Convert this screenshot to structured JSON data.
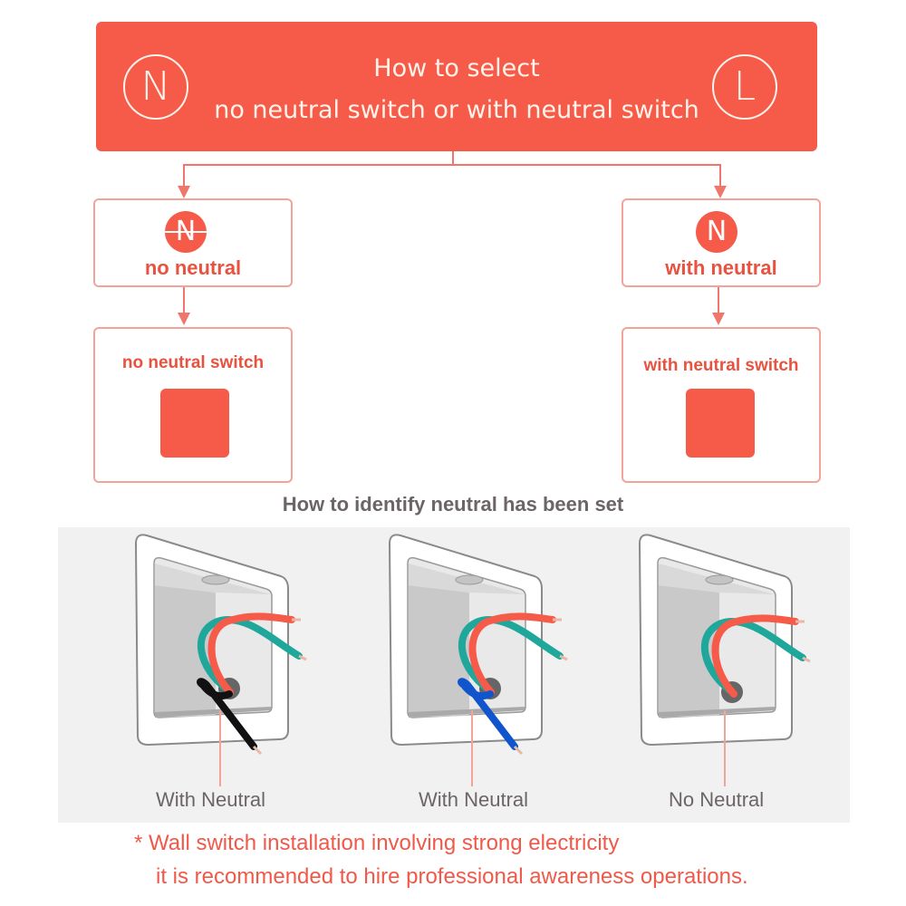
{
  "header": {
    "left_symbol": "N",
    "right_symbol": "L",
    "title_line1": "How to select",
    "title_line2": "no neutral switch or  with neutral switch",
    "color": "#f65b4a"
  },
  "branches": [
    {
      "badge_symbol": "N",
      "badge_icon": "neutral-struck-icon",
      "label": "no neutral",
      "result_label": "no neutral switch"
    },
    {
      "badge_symbol": "N",
      "badge_icon": "neutral-icon",
      "label": "with neutral",
      "result_label": "with neutral  switch"
    }
  ],
  "identify": {
    "title": "How to identify neutral has been set",
    "examples": [
      {
        "caption": "With Neutral",
        "neutral_wire_color": "#111111"
      },
      {
        "caption": "With Neutral",
        "neutral_wire_color": "#1155cc"
      },
      {
        "caption": "No Neutral",
        "neutral_wire_color": null
      }
    ],
    "wire_colors": {
      "live": "#f65b4a",
      "earth": "#1fa79b"
    }
  },
  "note": {
    "line1": "*  Wall switch installation involving strong electricity",
    "line2": "it is recommended to hire professional awareness operations."
  }
}
